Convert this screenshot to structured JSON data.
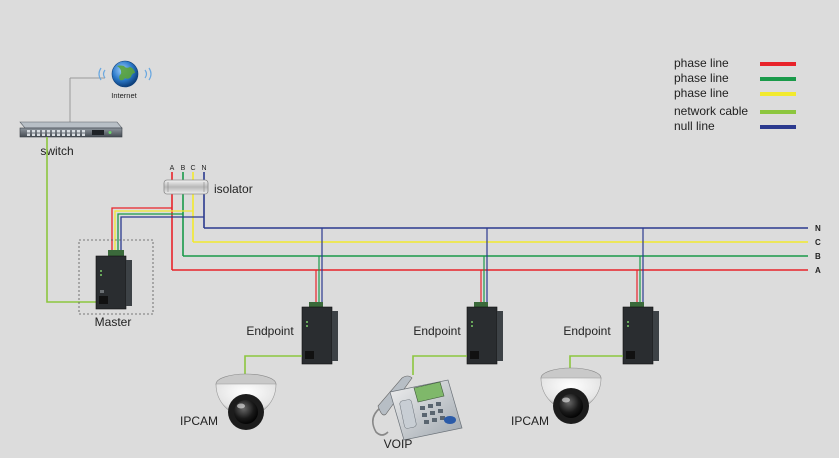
{
  "colors": {
    "background": "#dcdcdc",
    "phase_red": "#e8232a",
    "phase_green": "#1a9a4a",
    "phase_yellow": "#f2ea2e",
    "network_cable": "#8cc63f",
    "null_line": "#2b3a8f"
  },
  "legend": {
    "items": [
      {
        "label": "phase line",
        "color": "#e8232a"
      },
      {
        "label": "phase line",
        "color": "#1a9a4a"
      },
      {
        "label": "phase line",
        "color": "#f2ea2e"
      },
      {
        "label": "network cable",
        "color": "#8cc63f"
      },
      {
        "label": "null line",
        "color": "#2b3a8f"
      }
    ]
  },
  "internet": {
    "label": "Internet",
    "icon": "globe-icon"
  },
  "switch": {
    "label": "switch",
    "icon": "network-switch-icon"
  },
  "isolator": {
    "label": "isolator"
  },
  "master": {
    "label": "Master"
  },
  "phase_tags": {
    "a": "A",
    "b": "B",
    "c": "C",
    "n": "N"
  },
  "line_tags": {
    "n": "N",
    "c": "C",
    "b": "B",
    "a": "A"
  },
  "endpoints": [
    {
      "label": "Endpoint",
      "device": "IPCAM"
    },
    {
      "label": "Endpoint",
      "device": "VOIP"
    },
    {
      "label": "Endpoint",
      "device": "IPCAM"
    }
  ]
}
